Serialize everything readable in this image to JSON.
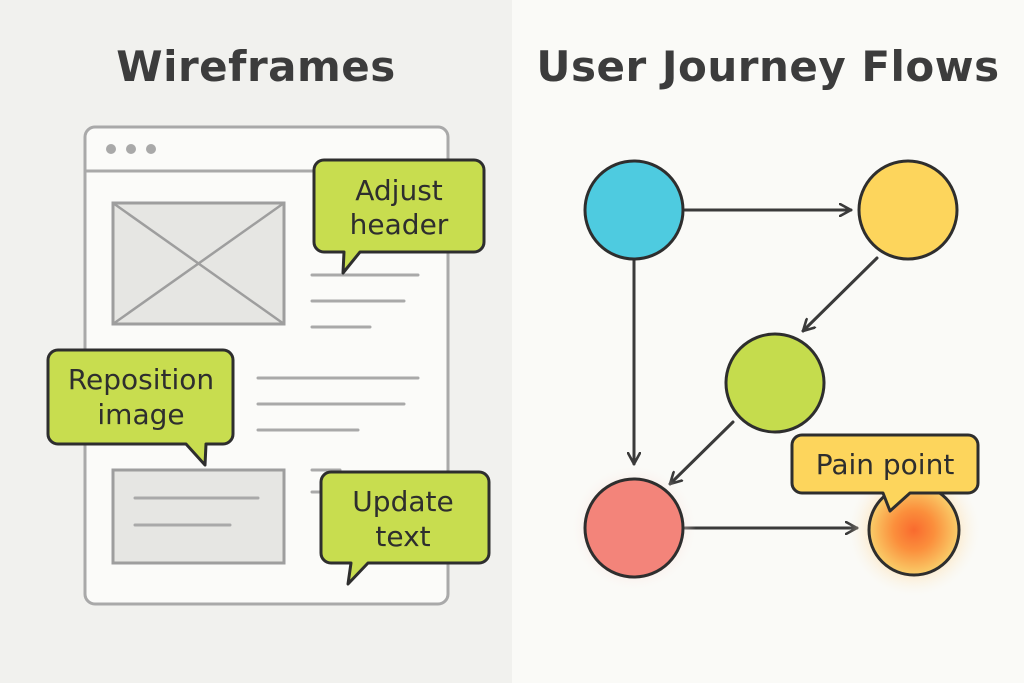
{
  "wireframes": {
    "title": "Wireframes",
    "bubbles": {
      "header": {
        "line1": "Adjust",
        "line2": "header"
      },
      "image": {
        "line1": "Reposition",
        "line2": "image"
      },
      "text": {
        "line1": "Update",
        "line2": "text"
      }
    }
  },
  "journey": {
    "title": "User Journey Flows",
    "pain_label": "Pain point",
    "colors": {
      "node_blue": "#4ecbe0",
      "node_yellow": "#fdd55c",
      "node_green": "#c5dc4d",
      "node_red": "#f3847a",
      "node_orange": "#f9ce6a",
      "bubble_green": "#c8dd4f",
      "bubble_yellow": "#fdd55c"
    }
  }
}
